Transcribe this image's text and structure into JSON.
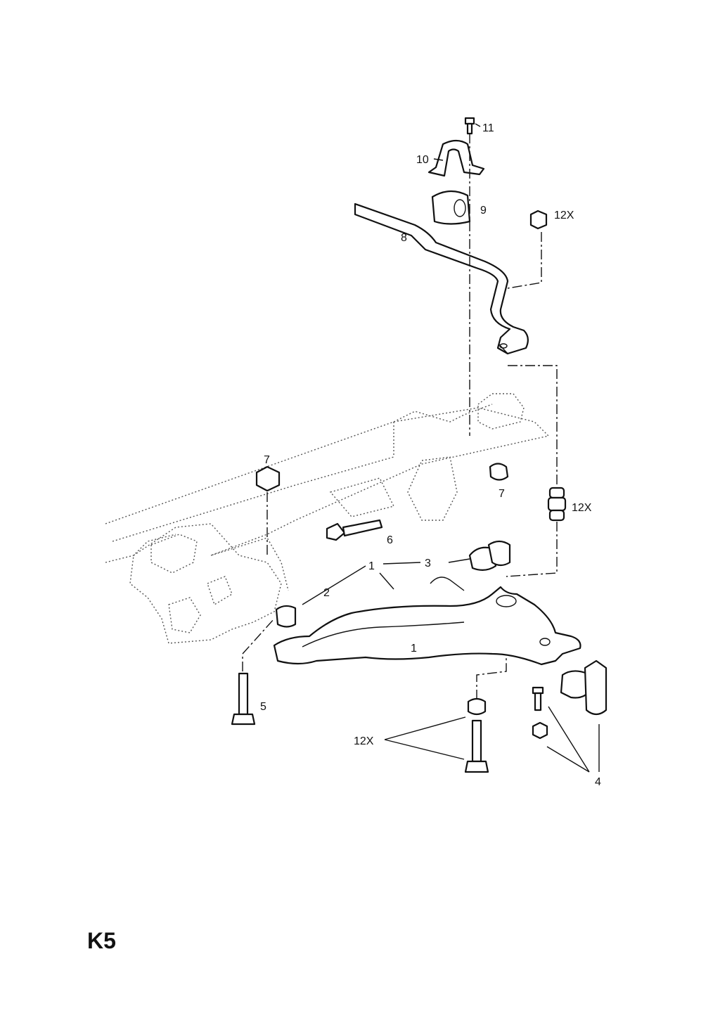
{
  "page_code": "K5",
  "callouts": {
    "c1a": "1",
    "c1b": "1",
    "c2": "2",
    "c3": "3",
    "c4": "4",
    "c5": "5",
    "c6": "6",
    "c7a": "7",
    "c7b": "7",
    "c8": "8",
    "c9": "9",
    "c10": "10",
    "c11": "11",
    "c12a": "12X",
    "c12b": "12X",
    "c12c": "12X"
  }
}
